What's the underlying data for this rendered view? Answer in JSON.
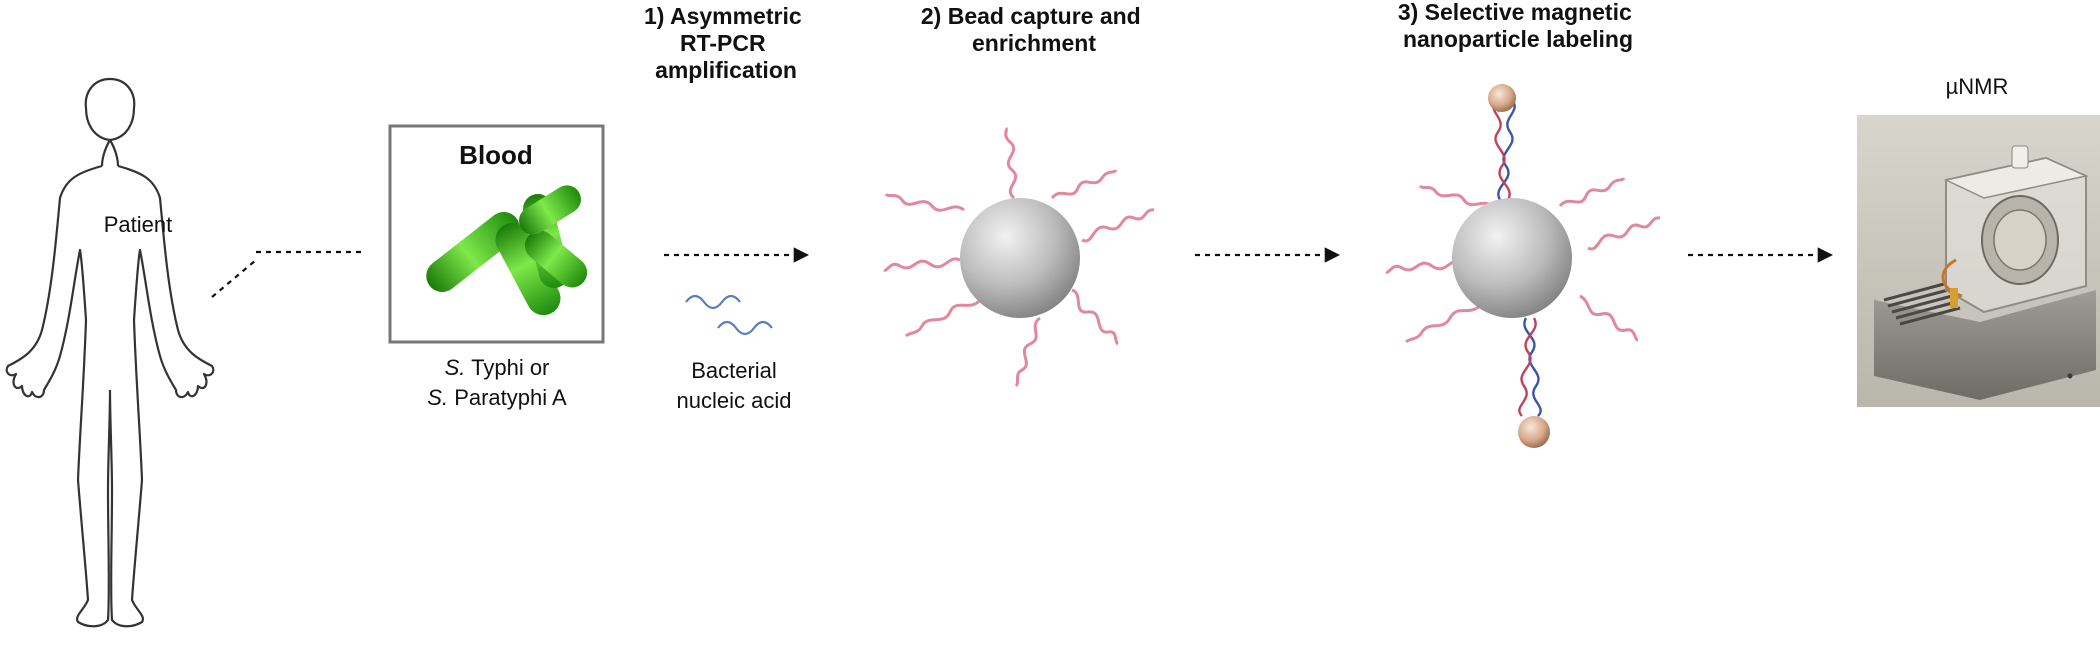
{
  "labels": {
    "patient": "Patient",
    "blood": "Blood",
    "organism_line1_species": "S.",
    "organism_line1_rest": " Typhi or",
    "organism_line2_species": "S.",
    "organism_line2_rest": " Paratyphi A",
    "nucleic_line1": "Bacterial",
    "nucleic_line2": "nucleic acid",
    "device": "µNMR"
  },
  "steps": [
    {
      "lines": [
        "1) Asymmetric",
        "RT-PCR",
        "amplification"
      ]
    },
    {
      "lines": [
        "2) Bead capture and",
        "enrichment"
      ]
    },
    {
      "lines": [
        "3) Selective magnetic",
        "nanoparticle labeling"
      ]
    }
  ],
  "colors": {
    "probe": "#e0899b",
    "dna_blue": "#3b55a8",
    "dna_red": "#c0425a",
    "bacteria": "#3fbf1a",
    "bead": "#a0a0a0",
    "nucleic": "#5a7cc0",
    "box_border": "#777777",
    "outline": "#333333"
  },
  "icons": {
    "body": "human-body-outline-icon",
    "bacteria": "rod-bacteria-icon",
    "bead": "magnetic-bead-icon",
    "nanoparticle": "magnetic-nanoparticle-icon",
    "device": "micro-nmr-device-photo"
  }
}
